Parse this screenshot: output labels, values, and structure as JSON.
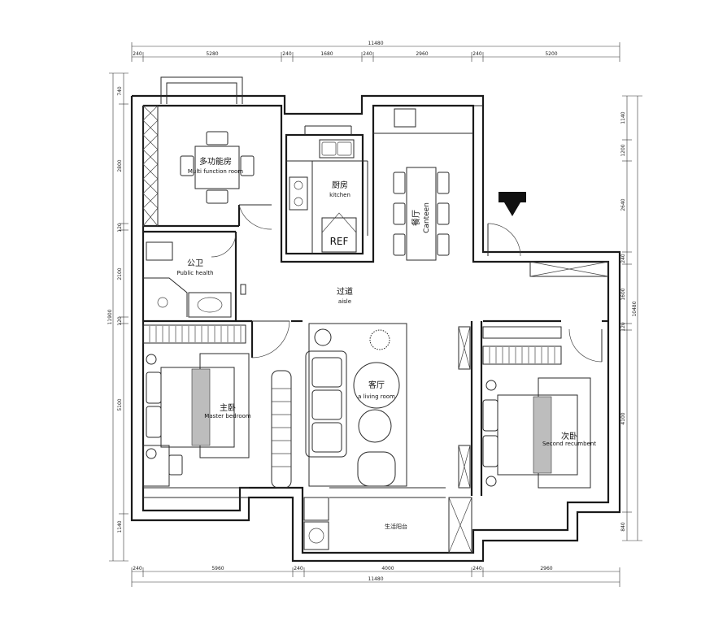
{
  "rooms": {
    "multi": {
      "cn": "多功能房",
      "en": "Multi function room"
    },
    "kitchen": {
      "cn": "厨房",
      "en": "kitchen"
    },
    "canteen": {
      "cn": "餐厅",
      "en": "Canteen"
    },
    "public_health": {
      "cn": "公卫",
      "en": "Public health"
    },
    "aisle": {
      "cn": "过道",
      "en": "aisle"
    },
    "master": {
      "cn": "主卧",
      "en": "Master bedroom"
    },
    "living": {
      "cn": "客厅",
      "en": "a living room"
    },
    "second": {
      "cn": "次卧",
      "en": "Second recumbent"
    },
    "balcony": {
      "cn": "生活阳台",
      "en": ""
    }
  },
  "fridge_label": "REF",
  "dimensions": {
    "top_total": "11480",
    "top": [
      "240",
      "5280",
      "240",
      "1680",
      "240",
      "2960",
      "240",
      "5200"
    ],
    "bottom_total": "11480",
    "bottom": [
      "240",
      "5960",
      "240",
      "4000",
      "240",
      "2960"
    ],
    "left_total": "11900",
    "left": [
      "740",
      "2800",
      "120",
      "2100",
      "120",
      "5100",
      "1140"
    ],
    "right_total": "10480",
    "right": [
      "1140",
      "1200",
      "2640",
      "240",
      "1600",
      "120",
      "4100",
      "840"
    ]
  },
  "colors": {
    "line": "#1a1a1a",
    "background": "#ffffff"
  }
}
